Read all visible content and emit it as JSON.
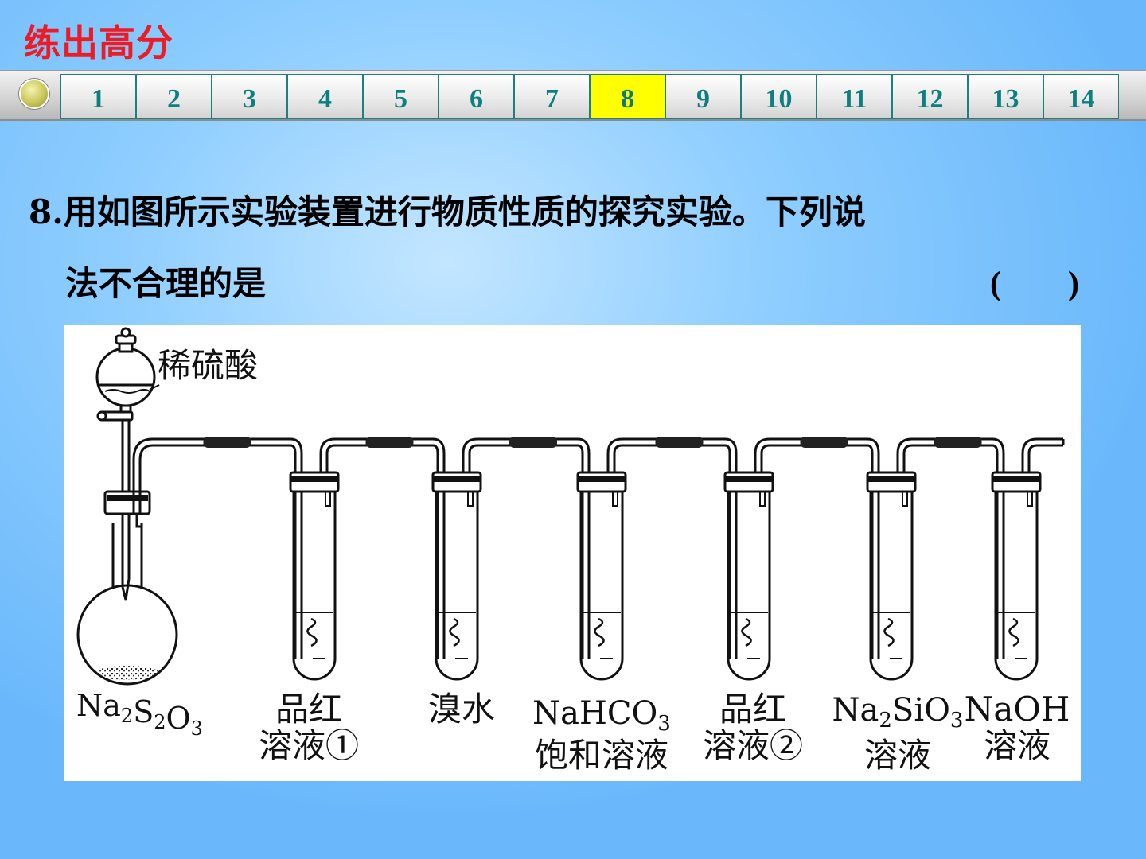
{
  "header": {
    "title": "练出高分"
  },
  "nav": {
    "items": [
      "1",
      "2",
      "3",
      "4",
      "5",
      "6",
      "7",
      "8",
      "9",
      "10",
      "11",
      "12",
      "13",
      "14"
    ],
    "active": "8"
  },
  "question": {
    "line1": "8.用如图所示实验装置进行物质性质的探究实验。下列说",
    "line2": "法不合理的是",
    "paren": "(　　)"
  },
  "figure": {
    "funnel_label": "稀硫酸",
    "flask_label": {
      "base": "Na",
      "sub1": "2",
      "mid": "S",
      "sub2": "2",
      "end": "O",
      "sub3": "3"
    },
    "tubes": [
      {
        "line1": "品红",
        "line2": "溶液①"
      },
      {
        "line1": "溴水",
        "line2": ""
      },
      {
        "line1": "NaHCO",
        "sub": "3",
        "line2": "饱和溶液"
      },
      {
        "line1": "品红",
        "line2": "溶液②"
      },
      {
        "line1": "Na",
        "sub_a": "2",
        "mid": "SiO",
        "sub_b": "3",
        "line2": "溶液"
      },
      {
        "line1": "NaOH",
        "line2": "溶液"
      }
    ]
  },
  "colors": {
    "title": "#ee1b24",
    "nav_text": "#0e7f7f",
    "nav_active": "#ffff00"
  }
}
